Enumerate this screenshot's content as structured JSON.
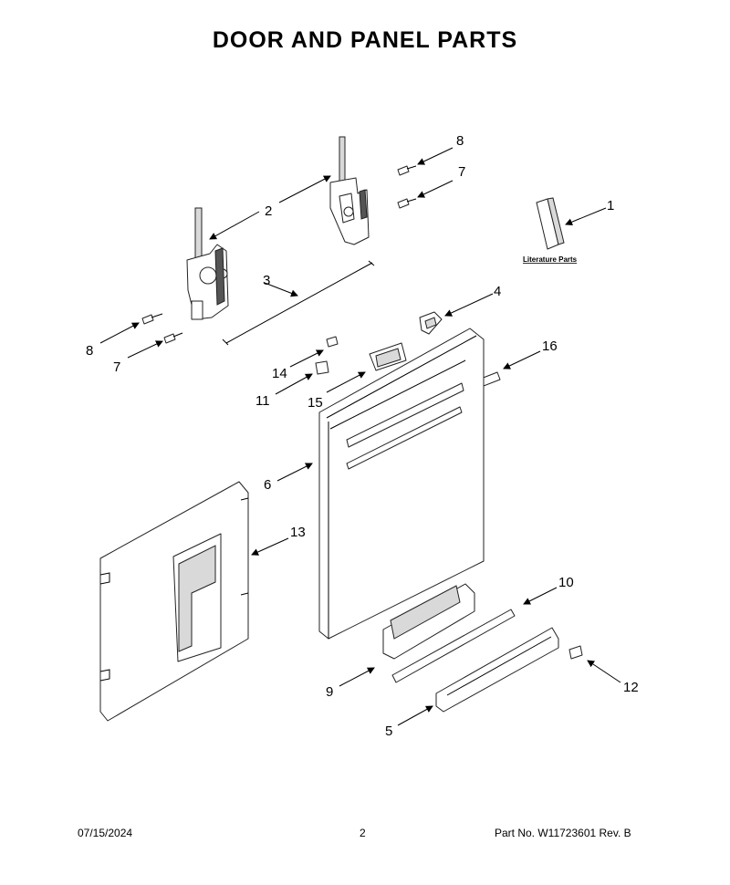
{
  "title": "DOOR AND PANEL PARTS",
  "callouts": {
    "c1": "1",
    "c2": "2",
    "c3": "3",
    "c4": "4",
    "c5": "5",
    "c6": "6",
    "c7a": "7",
    "c7b": "7",
    "c8a": "8",
    "c8b": "8",
    "c9": "9",
    "c10": "10",
    "c11": "11",
    "c12": "12",
    "c13": "13",
    "c14": "14",
    "c15": "15",
    "c16": "16"
  },
  "literature_label": "Literature Parts",
  "footer": {
    "date": "07/15/2024",
    "page": "2",
    "part_no": "Part No.  W11723601   Rev.  B"
  }
}
